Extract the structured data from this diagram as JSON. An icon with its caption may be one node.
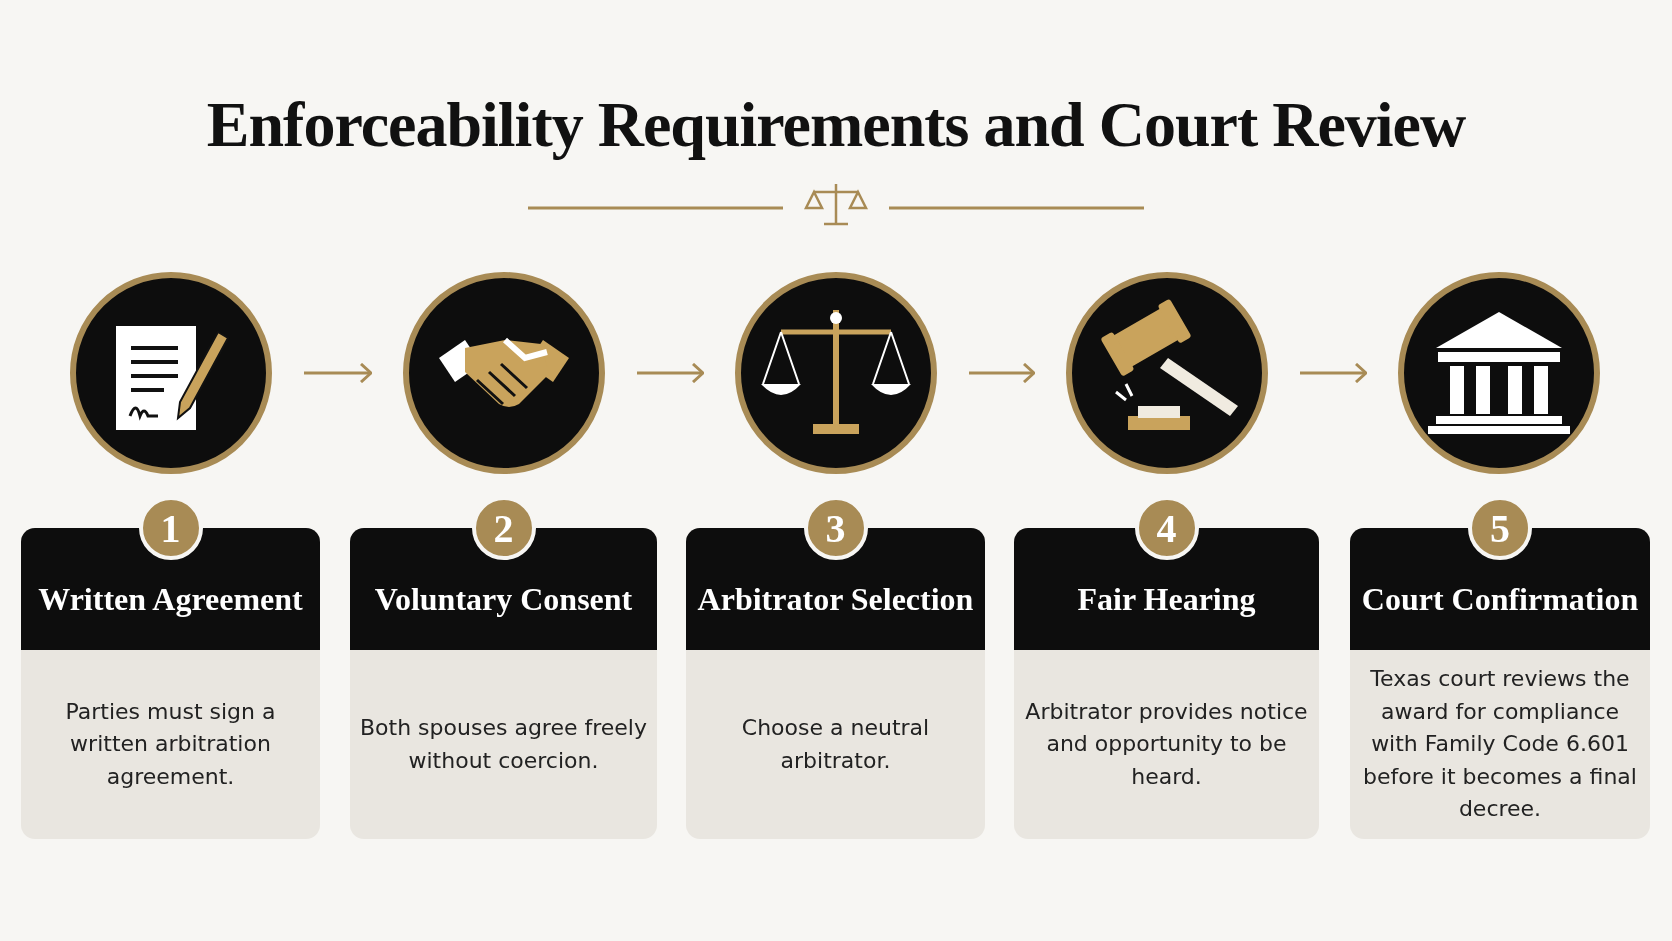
{
  "diagram": {
    "title": "Enforceability Requirements and Court Review",
    "nodes": [
      {
        "text": [],
        "shape": "circle"
      },
      {
        "text": [],
        "shape": "circle"
      },
      {
        "text": [],
        "shape": "circle"
      },
      {
        "text": [],
        "shape": "circle"
      },
      {
        "text": [],
        "shape": "circle"
      },
      {
        "text": [
          "1",
          "Written Agreement",
          "Parties must sign a written arbitration agreement."
        ]
      },
      {
        "text": [
          "2",
          "Voluntary Consent",
          "Both spouses agree freely without coercion."
        ]
      },
      {
        "text": [
          "3",
          "Arbitrator Selection",
          "Choose a neutral arbitrator."
        ]
      },
      {
        "text": [
          "4",
          "Fair Hearing",
          "Arbitrator provides notice and opportunity to be heard."
        ]
      },
      {
        "text": [
          "5",
          "Court Confirmation",
          "Texas court reviews the award for compliance with Family Code 6.601 before it becomes a final decree."
        ]
      }
    ],
    "edges": [
      {
        "from": 0,
        "to": 1,
        "arrow": "to"
      },
      {
        "from": 1,
        "to": 2,
        "arrow": "to"
      },
      {
        "from": 2,
        "to": 3,
        "arrow": "to"
      },
      {
        "from": 3,
        "to": 4,
        "arrow": "to"
      }
    ]
  }
}
